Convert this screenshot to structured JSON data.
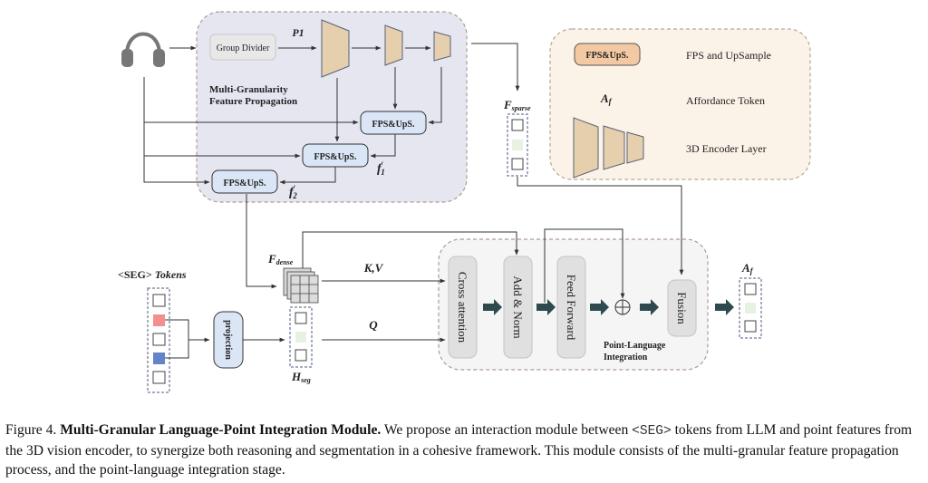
{
  "figure": {
    "mgfp_title_line1": "Multi-Granularity",
    "mgfp_title_line2": "Feature Propagation",
    "group_divider": "Group Divider",
    "p1": "P1",
    "fps_ups": "FPS&UpS.",
    "f1_prime": "f",
    "f1_sub": "1",
    "f2_prime": "f",
    "f2_sub": "2",
    "prime": "′",
    "f_sparse_main": "F",
    "f_sparse_sub": "sparse",
    "f_dense_main": "F",
    "f_dense_sub": "dense",
    "seg_tokens_prefix": "<SEG>",
    "seg_tokens_word": "Tokens",
    "projection": "projection",
    "h_seg_main": "H",
    "h_seg_sub": "seg",
    "kv": "K,V",
    "q": "Q",
    "cross_attention": "Cross attention",
    "add_norm": "Add & Norm",
    "feed_forward": "Feed Forward",
    "fusion": "Fusion",
    "pli_title_line1": "Point-Language",
    "pli_title_line2": "Integration",
    "af_main": "A",
    "af_sub": "f",
    "legend": {
      "fps_box": "FPS&UpS.",
      "fps_desc": "FPS and UpSample",
      "af_symbol_main": "A",
      "af_symbol_sub": "f",
      "af_desc": "Affordance Token",
      "encoder_desc": "3D Encoder Layer"
    },
    "input_icon": "headphones-icon"
  },
  "caption": {
    "figure_label": "Figure 4.",
    "bold_title": "Multi-Granular Language-Point Integration Module.",
    "text_part1": "We propose an interaction module between",
    "seg_token": "<SEG>",
    "text_part2": "tokens from LLM and point features from the 3D vision encoder, to synergize both reasoning and segmentation in a cohesive framework. This module consists of the multi-granular feature propagation process, and the point-language integration stage."
  },
  "colors": {
    "mgfp_bg": "#e6e6f0",
    "legend_bg": "#fbf3e8",
    "pli_bg": "#f5f5f5",
    "encoder_fill": "#e6cfad",
    "fps_fill": "#dae5f5",
    "fps_legend_fill": "#f3c9a3",
    "seg_red": "#f48f8f",
    "seg_blue": "#6483c9",
    "token_green": "#e8f2e3",
    "block_fill": "#e0e0e0",
    "arrow_dark": "#2f4a4f"
  }
}
